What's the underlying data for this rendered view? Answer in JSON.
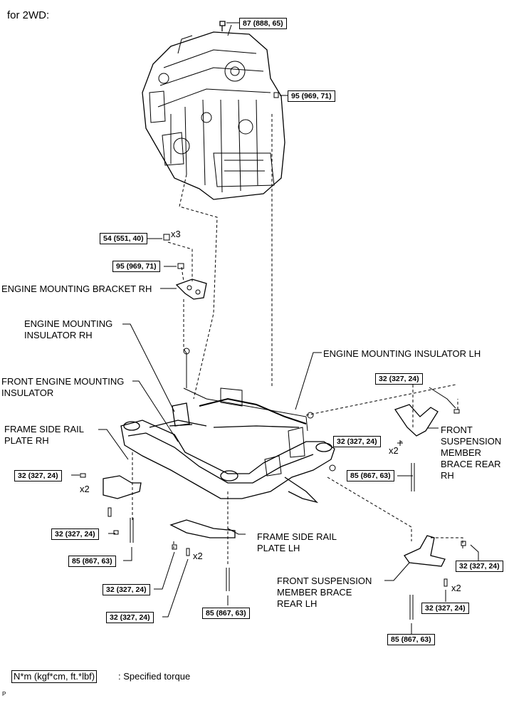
{
  "title": "for 2WD:",
  "labels": {
    "engine_bracket_rh": "ENGINE MOUNTING BRACKET RH",
    "insulator_rh_1": "ENGINE MOUNTING",
    "insulator_rh_2": "INSULATOR RH",
    "insulator_lh": "ENGINE MOUNTING INSULATOR LH",
    "front_insulator_1": "FRONT ENGINE MOUNTING",
    "front_insulator_2": "INSULATOR",
    "frame_rail_rh_1": "FRAME SIDE RAIL",
    "frame_rail_rh_2": "PLATE RH",
    "frame_rail_lh_1": "FRAME SIDE RAIL",
    "frame_rail_lh_2": "PLATE LH",
    "brace_rear_rh_1": "FRONT",
    "brace_rear_rh_2": "SUSPENSION",
    "brace_rear_rh_3": "MEMBER",
    "brace_rear_rh_4": "BRACE REAR",
    "brace_rear_rh_5": "RH",
    "brace_rear_lh_1": "FRONT SUSPENSION",
    "brace_rear_lh_2": "MEMBER BRACE",
    "brace_rear_lh_3": "REAR LH"
  },
  "torques": {
    "t87": "87 (888, 65)",
    "t95_top": "95 (969, 71)",
    "t54": "54 (551, 40)",
    "t95_bracket": "95 (969, 71)",
    "t32_brace_rh_top": "32 (327, 24)",
    "t32_brace_rh_bolt": "32 (327, 24)",
    "t85_brace_rh": "85 (867, 63)",
    "t32_rail_rh_bolt": "32 (327, 24)",
    "t32_rail_rh_nut": "32 (327, 24)",
    "t85_rail_rh": "85 (867, 63)",
    "t32_rail_lh_nut": "32 (327, 24)",
    "t32_rail_lh_bolt": "32 (327, 24)",
    "t85_rail_lh": "85 (867, 63)",
    "t32_brace_lh_nut": "32 (327, 24)",
    "t32_brace_lh_bolt": "32 (327, 24)",
    "t85_brace_lh": "85 (867, 63)"
  },
  "multipliers": {
    "x3": "x3",
    "x2_brace_rh": "x2",
    "x2_rail_rh": "x2",
    "x2_rail_lh": "x2",
    "x2_brace_lh": "x2"
  },
  "legend": {
    "units": "N*m (kgf*cm, ft.*lbf)",
    "text": ": Specified torque"
  },
  "footer_mark": "P"
}
